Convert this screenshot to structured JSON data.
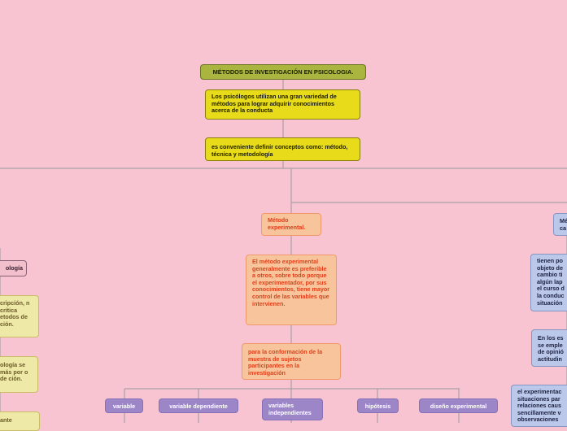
{
  "root": {
    "title": "MÉTODOS DE INVESTIGACIÓN EN PSICOLOGIA."
  },
  "intro": [
    "Los psicólogos utilizan una gran variedad de métodos para lograr adquirir conocimientos acerca de la conducta",
    "es conveniente definir conceptos como: método, técnica y metodología"
  ],
  "experimental": {
    "title": "Método experimental.",
    "description": "El método experimental generalmente es preferible a otros, sobre todo porque el experimentador, por sus conocimientos, tiene mayor control de las variables que intervienen.",
    "sample": "para la conformación de la muestra de sujetos participantes en la investigación",
    "children": [
      "variable",
      "variable dependiente",
      "variables independientes",
      "hipótesis",
      "diseño experimental"
    ]
  },
  "right_branch": {
    "title": "Mé ca",
    "note1": "tienen po objeto de cambio ti algún lap el curso d la conduc situación",
    "note2": "En los es se emple de opinió actitudin",
    "note3": "el experimentac situaciones par relaciones caus sencillamente v observaciones"
  },
  "left_branch": {
    "title": "ología",
    "note1": "cripción, n crítica etodos de ción.",
    "note2": "ología se más por o de ción.",
    "note3": "ante"
  },
  "colors": {
    "background": "#f9c4d2",
    "root": "#a9b53f",
    "intro": "#e8dc1a",
    "experimental": "#f8c49b",
    "experimental_text": "#e0401a",
    "child": "#9c86c8",
    "right_branch": "#bcc8ea",
    "left_note": "#efe9a8"
  }
}
